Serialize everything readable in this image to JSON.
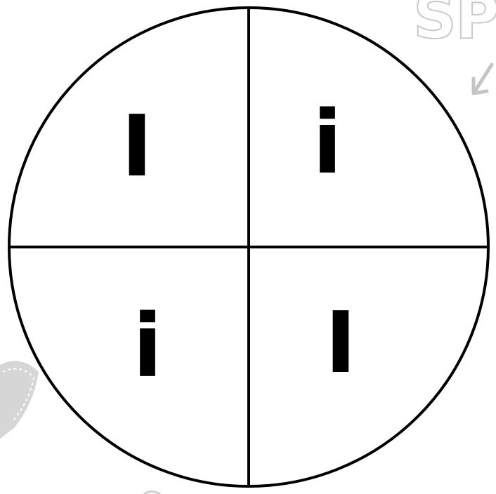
{
  "background": {
    "partial_word": "SP",
    "arrow_icon": "arrow-down-left-icon",
    "badge_icon": "stitched-badge-icon"
  },
  "wheel": {
    "quadrants": [
      {
        "position": "top-left",
        "letter": "I"
      },
      {
        "position": "top-right",
        "letter": "i"
      },
      {
        "position": "bottom-left",
        "letter": "i"
      },
      {
        "position": "bottom-right",
        "letter": "I"
      }
    ]
  },
  "colors": {
    "ink": "#000000",
    "background": "#ffffff",
    "faded_decoration": "#c9c9c9"
  }
}
